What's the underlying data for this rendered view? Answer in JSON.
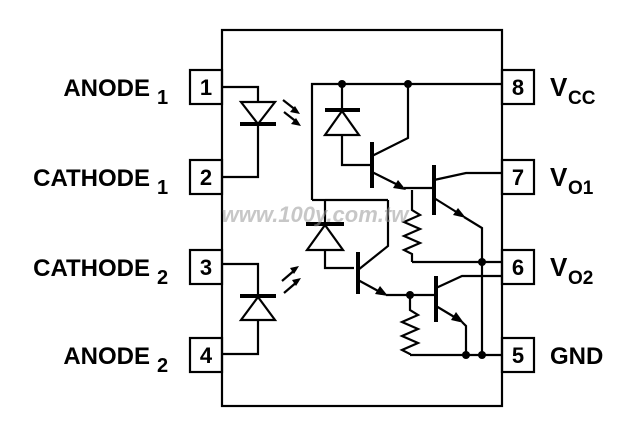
{
  "watermark": "www.100y.com.tw",
  "pins": [
    {
      "number": "1",
      "label": "ANODE",
      "sub": "1"
    },
    {
      "number": "2",
      "label": "CATHODE",
      "sub": "1"
    },
    {
      "number": "3",
      "label": "CATHODE",
      "sub": "2"
    },
    {
      "number": "4",
      "label": "ANODE",
      "sub": "2"
    },
    {
      "number": "5",
      "label": "GND",
      "sub": ""
    },
    {
      "number": "6",
      "label": "V",
      "sub": "O2"
    },
    {
      "number": "7",
      "label": "V",
      "sub": "O1"
    },
    {
      "number": "8",
      "label": "V",
      "sub": "CC"
    }
  ]
}
